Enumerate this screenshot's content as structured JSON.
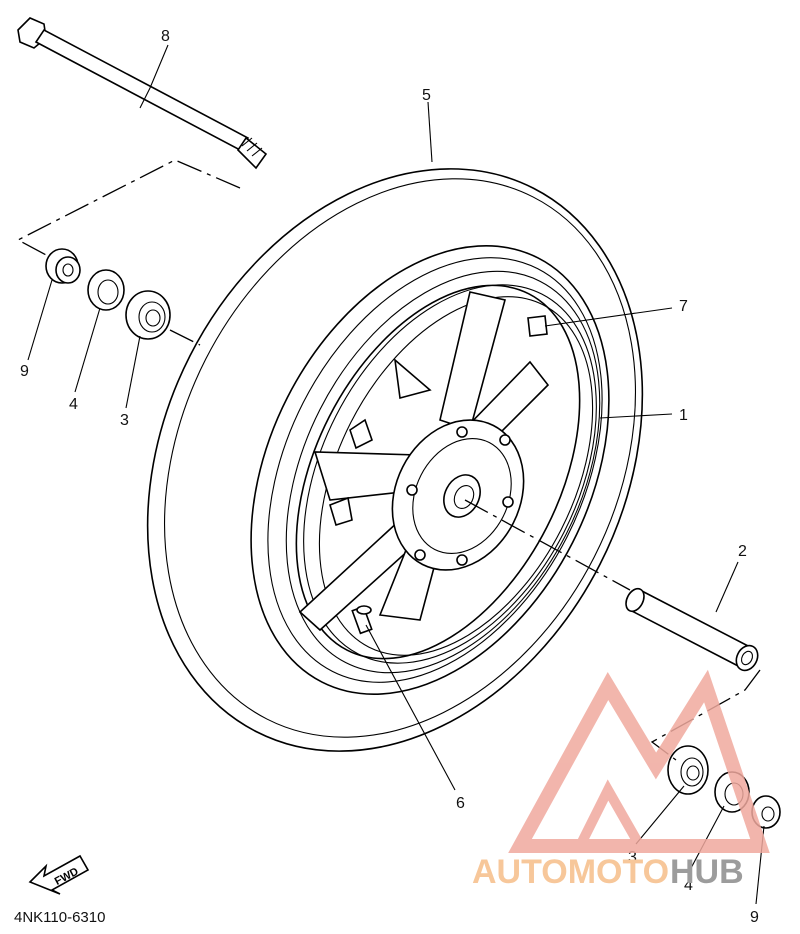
{
  "diagram": {
    "part_code": "4NK110-6310",
    "fwd_label": "FWD",
    "callouts": {
      "c1": "1",
      "c2": "2",
      "c3a": "3",
      "c3b": "3",
      "c4a": "4",
      "c4b": "4",
      "c5": "5",
      "c6": "6",
      "c7": "7",
      "c8": "8",
      "c9a": "9",
      "c9b": "9"
    }
  },
  "watermark": {
    "text_part1": "AUTOMOTO",
    "text_part2": "HUB",
    "color_primary": "#f0a99e",
    "color_accent": "#f7c79a",
    "color_dark": "#9c9c9c"
  }
}
